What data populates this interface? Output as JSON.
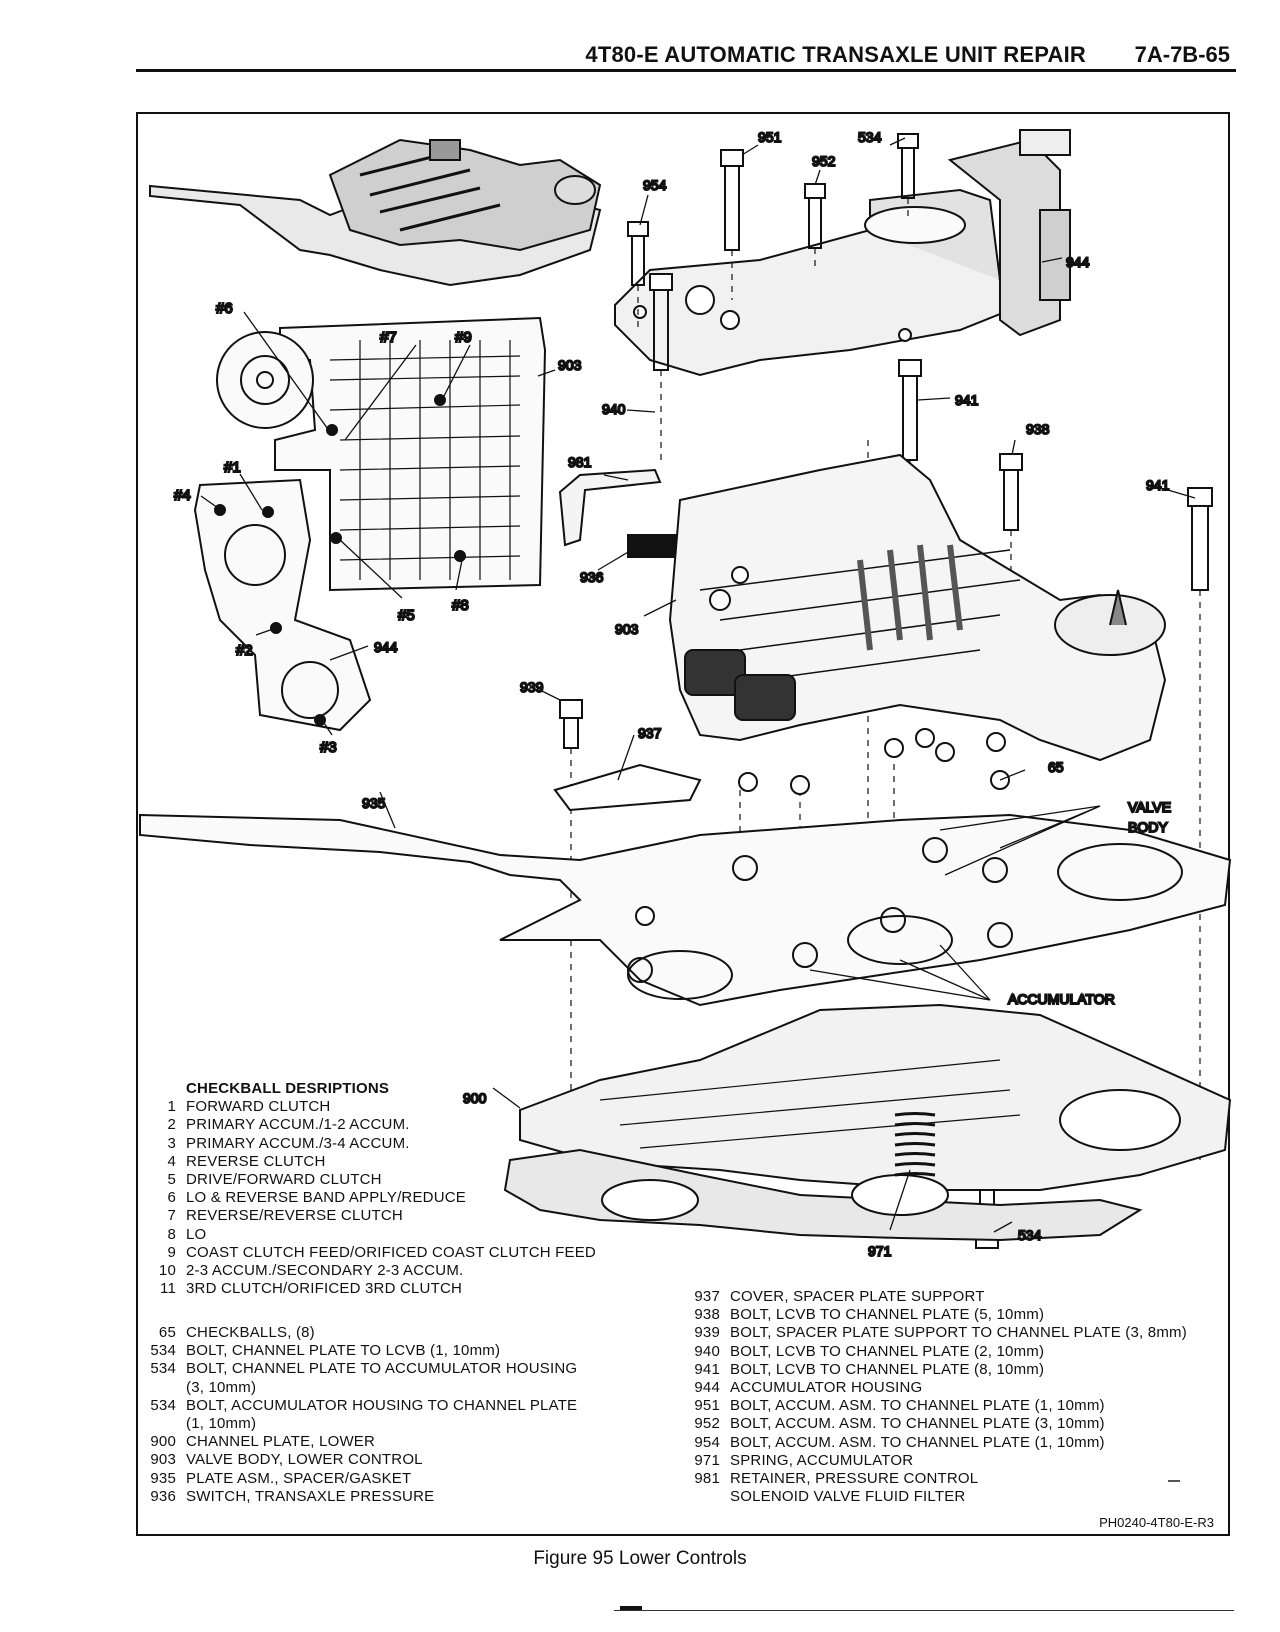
{
  "header": {
    "title": "4T80-E AUTOMATIC TRANSAXLE UNIT REPAIR",
    "page": "7A-7B-65"
  },
  "figure": {
    "caption": "Figure 95 Lower Controls",
    "code": "PH0240-4T80-E-R3"
  },
  "callouts": {
    "c951": "951",
    "c534a": "534",
    "c952": "952",
    "c954": "954",
    "c944a": "944",
    "h6": "#6",
    "h7": "#7",
    "h9": "#9",
    "c903a": "903",
    "c940": "940",
    "c941a": "941",
    "c938": "938",
    "c981": "981",
    "c941b": "941",
    "h1": "#1",
    "h4": "#4",
    "c936": "936",
    "h5": "#5",
    "h8": "#8",
    "c903b": "903",
    "h2": "#2",
    "c944b": "944",
    "h3": "#3",
    "c939": "939",
    "c937": "937",
    "c65": "65",
    "valve1": "VALVE",
    "valve2": "BODY",
    "c935": "935",
    "accum": "ACCUMULATOR",
    "c900": "900",
    "c971": "971",
    "c534b": "534"
  },
  "checkball": {
    "heading": "CHECKBALL DESRIPTIONS",
    "items": [
      {
        "num": "1",
        "text": "FORWARD CLUTCH"
      },
      {
        "num": "2",
        "text": "PRIMARY ACCUM./1-2 ACCUM."
      },
      {
        "num": "3",
        "text": "PRIMARY ACCUM./3-4 ACCUM."
      },
      {
        "num": "4",
        "text": "REVERSE CLUTCH"
      },
      {
        "num": "5",
        "text": "DRIVE/FORWARD CLUTCH"
      },
      {
        "num": "6",
        "text": "LO & REVERSE BAND APPLY/REDUCE"
      },
      {
        "num": "7",
        "text": "REVERSE/REVERSE CLUTCH"
      },
      {
        "num": "8",
        "text": "LO"
      },
      {
        "num": "9",
        "text": "COAST CLUTCH FEED/ORIFICED COAST CLUTCH FEED"
      },
      {
        "num": "10",
        "text": "2-3 ACCUM./SECONDARY 2-3 ACCUM."
      },
      {
        "num": "11",
        "text": "3RD CLUTCH/ORIFICED 3RD CLUTCH"
      }
    ]
  },
  "parts_left": [
    {
      "num": "65",
      "text": "CHECKBALLS, (8)"
    },
    {
      "num": "534",
      "text": "BOLT, CHANNEL PLATE TO LCVB  (1, 10mm)"
    },
    {
      "num": "534",
      "text": "BOLT, CHANNEL PLATE TO ACCUMULATOR HOUSING"
    },
    {
      "num": "",
      "text": "(3, 10mm)"
    },
    {
      "num": "534",
      "text": "BOLT, ACCUMULATOR HOUSING TO CHANNEL PLATE"
    },
    {
      "num": "",
      "text": "(1, 10mm)"
    },
    {
      "num": "900",
      "text": "CHANNEL PLATE, LOWER"
    },
    {
      "num": "903",
      "text": "VALVE BODY, LOWER CONTROL"
    },
    {
      "num": "935",
      "text": "PLATE ASM., SPACER/GASKET"
    },
    {
      "num": "936",
      "text": "SWITCH, TRANSAXLE PRESSURE"
    }
  ],
  "parts_right": [
    {
      "num": "937",
      "text": "COVER, SPACER PLATE SUPPORT"
    },
    {
      "num": "938",
      "text": "BOLT, LCVB TO CHANNEL PLATE  (5, 10mm)"
    },
    {
      "num": "939",
      "text": "BOLT, SPACER PLATE SUPPORT TO CHANNEL PLATE (3, 8mm)"
    },
    {
      "num": "940",
      "text": "BOLT, LCVB TO CHANNEL PLATE (2, 10mm)"
    },
    {
      "num": "941",
      "text": "BOLT, LCVB TO CHANNEL PLATE (8, 10mm)"
    },
    {
      "num": "944",
      "text": "ACCUMULATOR HOUSING"
    },
    {
      "num": "951",
      "text": "BOLT, ACCUM. ASM. TO CHANNEL PLATE (1, 10mm)"
    },
    {
      "num": "952",
      "text": "BOLT, ACCUM. ASM. TO CHANNEL PLATE (3, 10mm)"
    },
    {
      "num": "954",
      "text": "BOLT, ACCUM. ASM. TO CHANNEL PLATE (1, 10mm)"
    },
    {
      "num": "971",
      "text": "SPRING, ACCUMULATOR"
    },
    {
      "num": "981",
      "text": "RETAINER, PRESSURE CONTROL"
    },
    {
      "num": "",
      "text": "SOLENOID VALVE FLUID FILTER"
    }
  ]
}
